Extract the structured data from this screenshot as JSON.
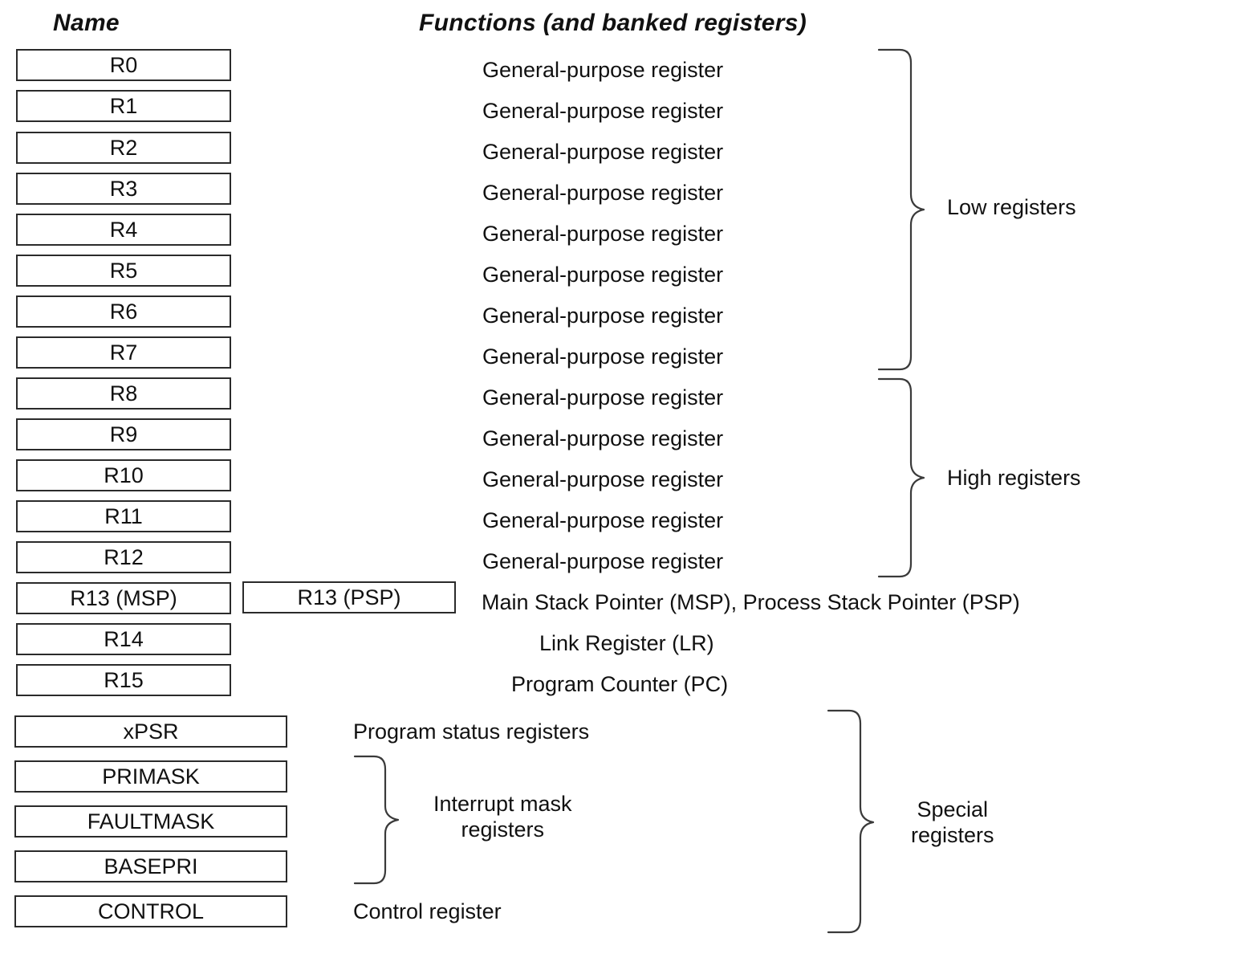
{
  "headers": {
    "name": "Name",
    "functions": "Functions (and banked registers)"
  },
  "registers": [
    {
      "name": "R0",
      "function": "General-purpose register"
    },
    {
      "name": "R1",
      "function": "General-purpose register"
    },
    {
      "name": "R2",
      "function": "General-purpose register"
    },
    {
      "name": "R3",
      "function": "General-purpose register"
    },
    {
      "name": "R4",
      "function": "General-purpose register"
    },
    {
      "name": "R5",
      "function": "General-purpose register"
    },
    {
      "name": "R6",
      "function": "General-purpose register"
    },
    {
      "name": "R7",
      "function": "General-purpose register"
    },
    {
      "name": "R8",
      "function": "General-purpose register"
    },
    {
      "name": "R9",
      "function": "General-purpose register"
    },
    {
      "name": "R10",
      "function": "General-purpose register"
    },
    {
      "name": "R11",
      "function": "General-purpose register"
    },
    {
      "name": "R12",
      "function": "General-purpose register"
    }
  ],
  "stack_pointer_row": {
    "primary_box": "R13 (MSP)",
    "banked_box": "R13 (PSP)",
    "function": "Main Stack Pointer (MSP), Process Stack Pointer (PSP)"
  },
  "link_register_row": {
    "box": "R14",
    "function": "Link Register (LR)"
  },
  "program_counter_row": {
    "box": "R15",
    "function": "Program Counter (PC)"
  },
  "special_registers": [
    {
      "name": "xPSR",
      "function": "Program status registers"
    },
    {
      "name": "PRIMASK",
      "function": ""
    },
    {
      "name": "FAULTMASK",
      "function": ""
    },
    {
      "name": "BASEPRI",
      "function": ""
    },
    {
      "name": "CONTROL",
      "function": "Control register"
    }
  ],
  "group_labels": {
    "low": "Low registers",
    "high": "High registers",
    "interrupt_mask_line1": "Interrupt mask",
    "interrupt_mask_line2": "registers",
    "special_line1": "Special",
    "special_line2": "registers",
    "program_status": "Program status registers",
    "control": "Control register"
  },
  "colors": {
    "box_border": "#2b2b2b",
    "brace_stroke": "#3a3a3a",
    "text": "#111111",
    "background": "#ffffff"
  }
}
